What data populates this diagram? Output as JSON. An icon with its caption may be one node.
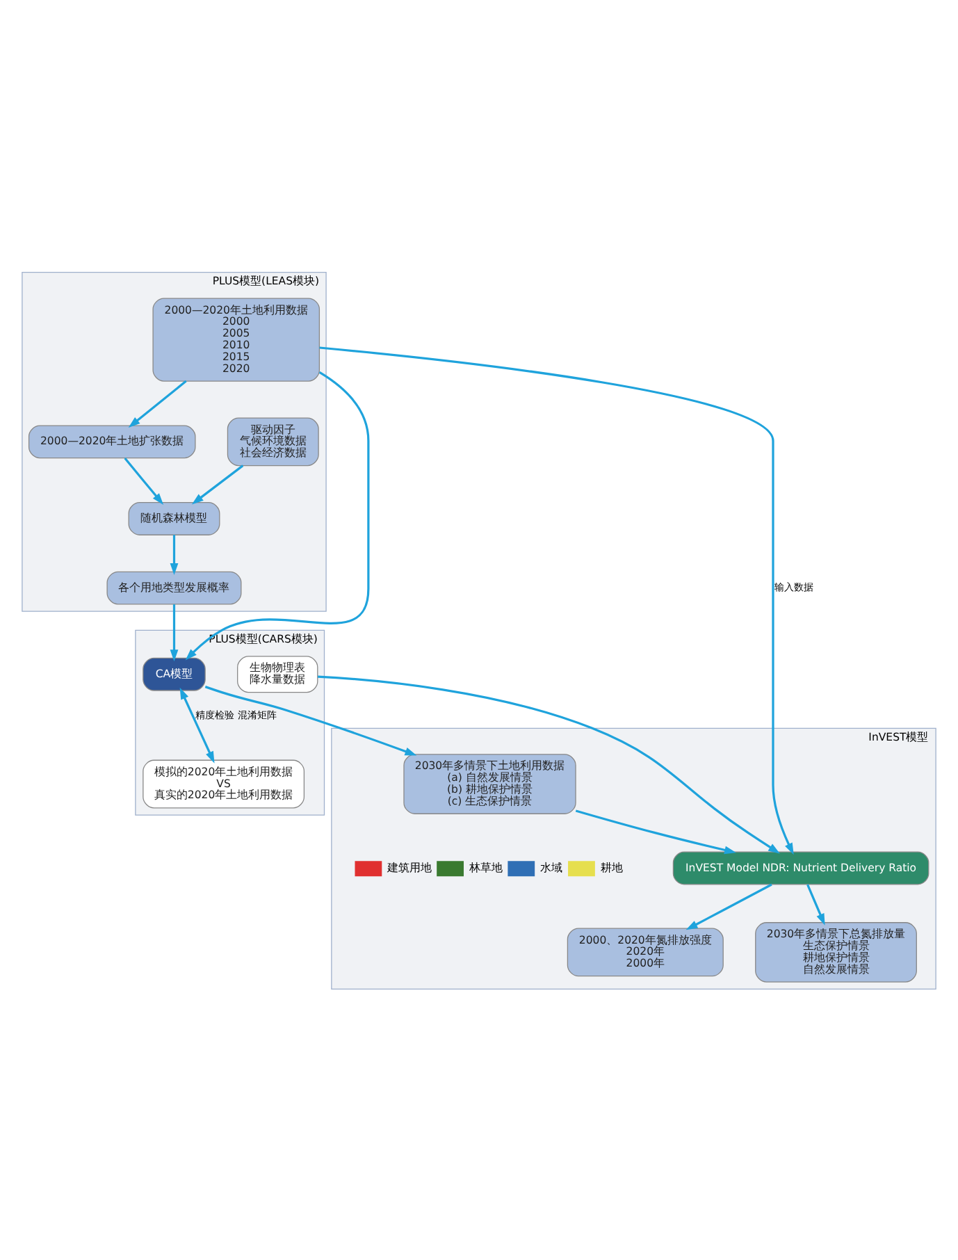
{
  "diagram": {
    "nodes": [
      {
        "text": [
          "PLUS模型(LEAS模块)"
        ]
      },
      {
        "text": [
          "2000—2020年土地扩张数据"
        ],
        "in": 0
      },
      {
        "text": [
          "随机森林模型"
        ],
        "in": 0
      },
      {
        "text": [
          "驱动因子",
          "气候环境数据",
          "社会经济数据"
        ],
        "in": 0
      },
      {
        "text": [
          "2000—2020年土地利用数据",
          "2000",
          "2005",
          "2010",
          "2015",
          "2020"
        ],
        "in": 0
      },
      {
        "text": [
          "各个用地类型发展概率"
        ],
        "in": 0
      },
      {
        "text": [
          "PLUS模型(CARS模块)"
        ]
      },
      {
        "text": [
          "生物物理表",
          "降水量数据"
        ],
        "in": 6
      },
      {
        "text": [
          "CA模型"
        ],
        "in": 6
      },
      {
        "text": [
          "模拟的2020年土地利用数据",
          "VS",
          "真实的2020年土地利用数据"
        ],
        "in": 6
      },
      {
        "text": [
          "InVEST模型"
        ]
      },
      {
        "text": [
          "2030年多情景下土地利用数据",
          "(a) 自然发展情景",
          "(b) 耕地保护情景",
          "(c) 生态保护情景"
        ],
        "in": 10
      },
      {
        "text": [
          "InVEST Model NDR: Nutrient Delivery Ratio"
        ],
        "in": 10
      },
      {
        "text": [
          "2000、2020年氮排放强度",
          "2020年",
          "2000年"
        ],
        "in": 10
      },
      {
        "text": [
          "2030年多情景下总氮排放量",
          "生态保护情景",
          "耕地保护情景",
          "自然发展情景"
        ],
        "in": 10
      }
    ],
    "edges": [
      {
        "from": 4,
        "to": 1,
        "arrow": "to"
      },
      {
        "from": 1,
        "to": 2,
        "arrow": "to"
      },
      {
        "from": 3,
        "to": 2,
        "arrow": "to"
      },
      {
        "from": 2,
        "to": 5,
        "arrow": "to"
      },
      {
        "from": 5,
        "to": 8,
        "arrow": "to"
      },
      {
        "from": 4,
        "to": 8,
        "arrow": "to"
      },
      {
        "from": 8,
        "to": 9,
        "arrow": "both",
        "label": "精度检验 混淆矩阵"
      },
      {
        "from": 8,
        "to": 11,
        "arrow": "to"
      },
      {
        "from": 4,
        "to": 12,
        "arrow": "to",
        "label": "输入数据"
      },
      {
        "from": 7,
        "to": 12,
        "arrow": "to"
      },
      {
        "from": 11,
        "to": 12,
        "arrow": "to"
      },
      {
        "from": 12,
        "to": 13,
        "arrow": "to"
      },
      {
        "from": 12,
        "to": 14,
        "arrow": "to"
      }
    ],
    "legend": [
      {
        "text": "建筑用地",
        "color": "#e03030"
      },
      {
        "text": "林草地",
        "color": "#3a7a30"
      },
      {
        "text": "水域",
        "color": "#2f6fb5"
      },
      {
        "text": "耕地",
        "color": "#e6df4e"
      }
    ]
  }
}
